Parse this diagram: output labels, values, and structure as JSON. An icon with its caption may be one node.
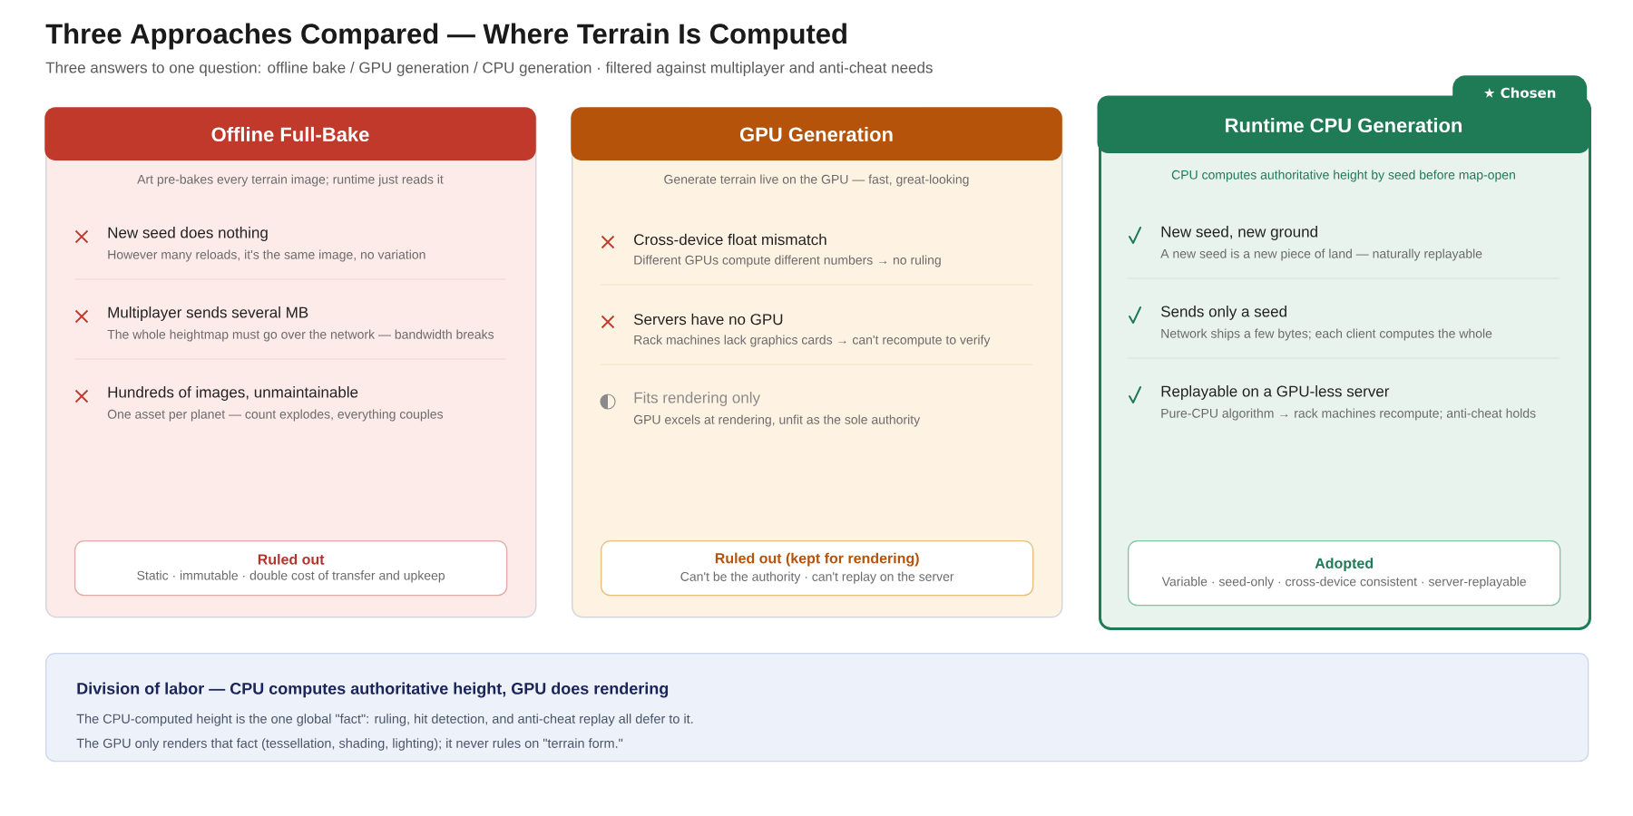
{
  "diagram": {
    "title": "Three Approaches Compared — Where Terrain Is Computed",
    "nodes": [
      {
        "text": [
          "Offline Full-Bake",
          "Art pre-bakes every terrain image; runtime just reads it",
          "New seed does nothing",
          "However many reloads, it's the same image, no variation",
          "Multiplayer sends several MB",
          "The whole heightmap must go over the network — bandwidth breaks",
          "Hundreds of images, unmaintainable",
          "One asset per planet — count explodes, everything couples"
        ]
      },
      {
        "text": [
          "Ruled out",
          "Static · immutable · double cost of transfer and upkeep"
        ],
        "in": 0
      },
      {
        "text": [
          "GPU Generation",
          "Generate terrain live on the GPU — fast, great-looking",
          "Cross-device float mismatch",
          "Different GPUs compute different numbers → no ruling",
          "Servers have no GPU",
          "Rack machines lack graphics cards → can't recompute to verify",
          "Fits rendering only",
          "GPU excels at rendering, unfit as the sole authority"
        ]
      },
      {
        "text": [
          "Ruled out (kept for rendering)",
          "Can't be the authority · can't replay on the server"
        ],
        "in": 2
      },
      {
        "text": [
          "Runtime CPU Generation",
          "CPU computes authoritative height by seed before map-open",
          "New seed, new ground",
          "A new seed is a new piece of land — naturally replayable",
          "Sends only a seed",
          "Network ships a few bytes; each client computes the whole",
          "Replayable on a GPU-less server",
          "Pure-CPU algorithm → rack machines recompute; anti-cheat holds"
        ]
      },
      {
        "text": [
          "Adopted",
          "Variable · seed-only · cross-device consistent · server-replayable"
        ],
        "in": 4
      },
      {
        "text": [
          "★ Chosen"
        ]
      },
      {
        "text": [
          "Division of labor — CPU computes authoritative height, GPU does rendering",
          "The CPU-computed height is the one global \"fact\": ruling, hit detection, and anti-cheat replay all defer to it.",
          "The GPU only renders that fact (tessellation, shading, lighting); it never rules on \"terrain form.\""
        ]
      }
    ],
    "labels": [
      "Three answers to one question: offline bake / GPU generation / CPU generation · filtered against multiplayer and anti-cheat needs"
    ]
  }
}
